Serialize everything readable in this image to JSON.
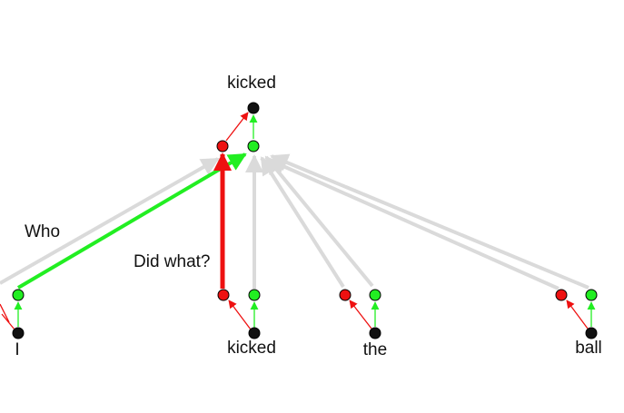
{
  "diagram": {
    "root_word": "kicked",
    "words": [
      "I",
      "kicked",
      "the",
      "ball"
    ],
    "annotations": {
      "who": "Who",
      "did_what": "Did what?"
    }
  },
  "colors": {
    "highlight_green": "#22ee22",
    "highlight_red": "#ee1111",
    "node_black": "#111111",
    "background_edge": "#dadada"
  }
}
